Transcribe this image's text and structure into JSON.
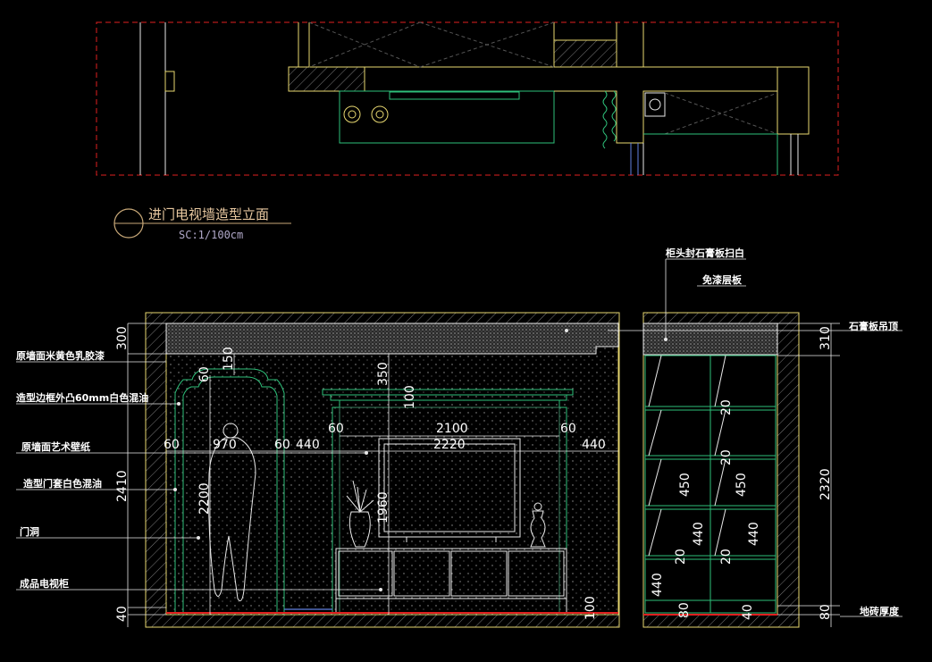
{
  "title": {
    "name": "进门电视墙造型立面",
    "scale": "SC:1/100cm"
  },
  "annotations_left": [
    "原墙面米黄色乳胶漆",
    "造型边框外凸60mm白色混油",
    "原墙面艺术壁纸",
    "造型门套白色混油",
    "门洞",
    "成品电视柜"
  ],
  "annotations_right": [
    "柜头封石膏板扫白",
    "免漆层板",
    "石膏板吊顶",
    "地砖厚度"
  ],
  "dimensions": {
    "left_300": "300",
    "left_2410": "2410",
    "left_40": "40",
    "v_150": "150",
    "v_60": "60",
    "v_350": "350",
    "v_100_top": "100",
    "v_2200": "2200",
    "v_1960": "1960",
    "v_100_bottom": "100",
    "h_60_a": "60",
    "h_970": "970",
    "h_60_b": "60",
    "h_440_a": "440",
    "h_60_c": "60",
    "h_2100": "2100",
    "h_60_d": "60",
    "h_2220": "2220",
    "h_440_b": "440",
    "cab_20_a": "20",
    "cab_20_b": "20",
    "cab_450_a": "450",
    "cab_450_b": "450",
    "cab_440_a": "440",
    "cab_440_b": "440",
    "cab_20_c": "20",
    "cab_20_d": "20",
    "cab_440_c": "440",
    "cab_80": "80",
    "cab_40": "40",
    "right_310": "310",
    "right_2320": "2320",
    "right_80": "80"
  }
}
